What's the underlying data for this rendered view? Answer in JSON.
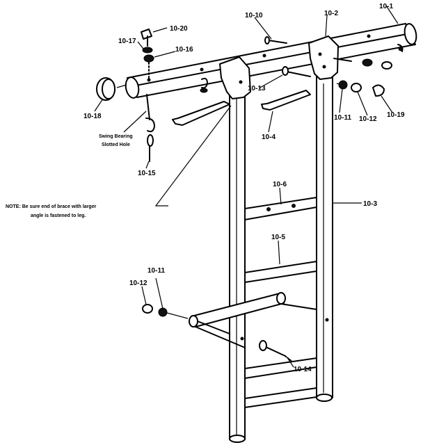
{
  "labels": {
    "p10_1": "10-1",
    "p10_2": "10-2",
    "p10_3": "10-3",
    "p10_4": "10-4",
    "p10_5": "10-5",
    "p10_6": "10-6",
    "p10_10": "10-10",
    "p10_11a": "10-11",
    "p10_12a": "10-12",
    "p10_13": "10-13",
    "p10_14": "10-14",
    "p10_15": "10-15",
    "p10_16": "10-16",
    "p10_17": "10-17",
    "p10_18": "10-18",
    "p10_19": "10-19",
    "p10_20": "10-20",
    "p10_11b": "10-11",
    "p10_12b": "10-12"
  },
  "callouts": {
    "swing_line1": "Swing Bearing",
    "swing_line2": "Slotted Hole",
    "note_line1": "NOTE: Be sure end of brace with larger",
    "note_line2": "angle is fastened to leg."
  }
}
